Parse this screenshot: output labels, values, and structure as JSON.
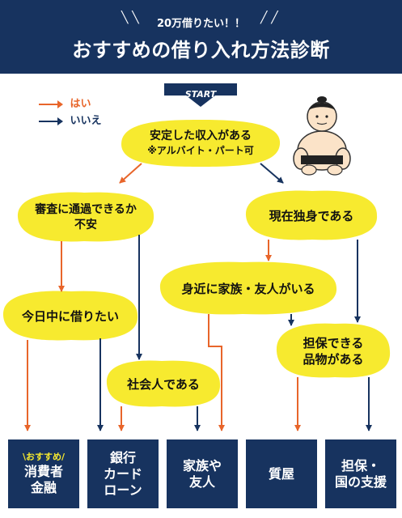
{
  "header": {
    "subtitle": "20万借りたい！！",
    "title": "おすすめの借り入れ方法診断"
  },
  "legend": {
    "yes_label": "はい",
    "no_label": "いいえ",
    "yes_color": "#e8652a",
    "no_color": "#17335f"
  },
  "start_label": "START",
  "colors": {
    "node_fill": "#f7ea2f",
    "box_fill": "#17335f"
  },
  "nodes": {
    "q1_line1": "安定した収入がある",
    "q1_line2": "※アルバイト・パート可",
    "q2_line1": "審査に通過できるか",
    "q2_line2": "不安",
    "q3": "現在独身である",
    "q4": "身近に家族・友人がいる",
    "q5": "今日中に借りたい",
    "q6_line1": "担保できる",
    "q6_line2": "品物がある",
    "q7": "社会人である"
  },
  "results": [
    {
      "recommend": "\\おすすめ/",
      "line1": "消費者",
      "line2": "金融"
    },
    {
      "line1": "銀行",
      "line2": "カード",
      "line3": "ローン"
    },
    {
      "line1": "家族や",
      "line2": "友人"
    },
    {
      "line1": "質屋"
    },
    {
      "line1": "担保・",
      "line2": "国の支援"
    }
  ],
  "mascot_icon": "sumo-wrestler-icon"
}
